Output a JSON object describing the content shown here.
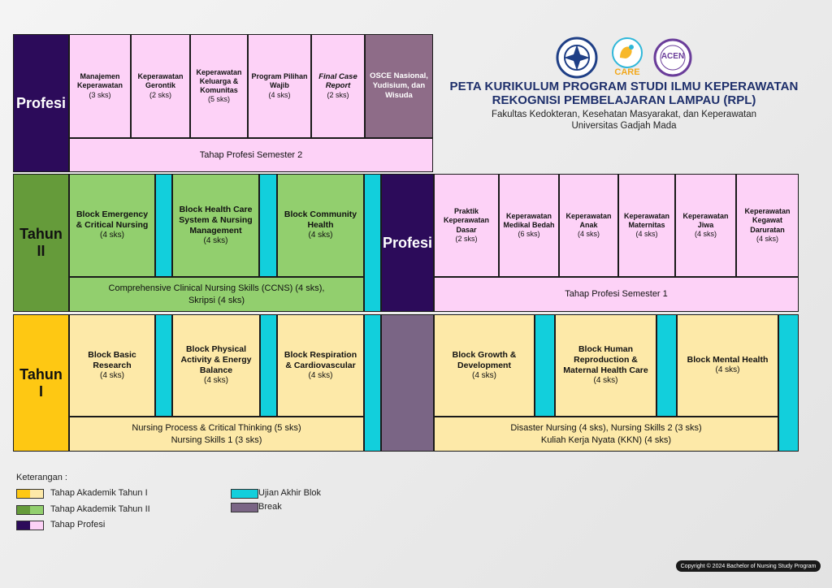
{
  "header": {
    "title_line1": "PETA KURIKULUM PROGRAM STUDI ILMU KEPERAWATAN",
    "title_line2": "REKOGNISI PEMBELAJARAN LAMPAU (RPL)",
    "subtitle_line1": "Fakultas Kedokteran, Kesehatan Masyarakat, dan Keperawatan",
    "subtitle_line2": "Universitas Gadjah Mada",
    "logo_care": "CARE",
    "logo_acen": "ACEN"
  },
  "profesi_top": {
    "label": "Profesi",
    "courses": [
      {
        "name": "Manajemen Keperawatan",
        "credits": "(3 sks)"
      },
      {
        "name": "Keperawatan Gerontik",
        "credits": "(2 sks)"
      },
      {
        "name": "Keperawatan Keluarga & Komunitas",
        "credits": "(5 sks)"
      },
      {
        "name": "Program Pilihan Wajib",
        "credits": "(4 sks)"
      },
      {
        "name": "Final Case Report",
        "credits": "(2 sks)"
      }
    ],
    "osce": "OSCE Nasional, Yudisium, dan Wisuda",
    "semester": "Tahap Profesi Semester 2"
  },
  "tahun2": {
    "label_line1": "Tahun",
    "label_line2": "II",
    "blocks": [
      {
        "name": "Block Emergency & Critical Nursing",
        "credits": "(4 sks)"
      },
      {
        "name": "Block Health Care System & Nursing Management",
        "credits": "(4 sks)"
      },
      {
        "name": "Block Community Health",
        "credits": "(4 sks)"
      }
    ],
    "bottom_line1": "Comprehensive Clinical Nursing Skills (CCNS) (4 sks),",
    "bottom_line2": "Skripsi (4 sks)"
  },
  "profesi_mid": {
    "label": "Profesi",
    "courses": [
      {
        "name": "Praktik Keperawatan Dasar",
        "credits": "(2 sks)"
      },
      {
        "name": "Keperawatan Medikal Bedah",
        "credits": "(6 sks)"
      },
      {
        "name": "Keperawatan Anak",
        "credits": "(4 sks)"
      },
      {
        "name": "Keperawatan Maternitas",
        "credits": "(4 sks)"
      },
      {
        "name": "Keperawatan Jiwa",
        "credits": "(4 sks)"
      },
      {
        "name": "Keperawatan Kegawat Daruratan",
        "credits": "(4 sks)"
      }
    ],
    "semester": "Tahap Profesi Semester 1"
  },
  "tahun1": {
    "label_line1": "Tahun",
    "label_line2": "I",
    "blocks": [
      {
        "name": "Block Basic Research",
        "credits": "(4 sks)"
      },
      {
        "name": "Block Physical Activity & Energy Balance",
        "credits": "(4 sks)"
      },
      {
        "name": "Block Respiration & Cardiovascular",
        "credits": "(4 sks)"
      },
      {
        "name": "Block Growth & Development",
        "credits": "(4 sks)"
      },
      {
        "name": "Block Human Reproduction & Maternal Health Care",
        "credits": "(4 sks)"
      },
      {
        "name": "Block Mental Health",
        "credits": "(4 sks)"
      }
    ],
    "bottom_left_line1": "Nursing Process & Critical Thinking (5 sks)",
    "bottom_left_line2": "Nursing Skills 1 (3 sks)",
    "bottom_right_line1": "Disaster Nursing (4 sks), Nursing Skills 2 (3 sks)",
    "bottom_right_line2": "Kuliah Kerja Nyata (KKN) (4 sks)"
  },
  "legend": {
    "title": "Keterangan :",
    "items": [
      {
        "label": "Tahap Akademik Tahun I",
        "c1": "#fec813",
        "c2": "#fde9a8"
      },
      {
        "label": "Tahap Akademik Tahun II",
        "c1": "#659b3a",
        "c2": "#92cf6e"
      },
      {
        "label": "Tahap Profesi",
        "c1": "#2c0b5a",
        "c2": "#fdd2f7"
      },
      {
        "label": "Ujian Akhir Blok",
        "c1": "#12cfdc",
        "c2": "#12cfdc"
      },
      {
        "label": "Break",
        "c1": "#7a6585",
        "c2": "#7a6585"
      }
    ]
  },
  "footer": {
    "copyright": "Copyright © 2024 Bachelor of Nursing Study Program"
  }
}
